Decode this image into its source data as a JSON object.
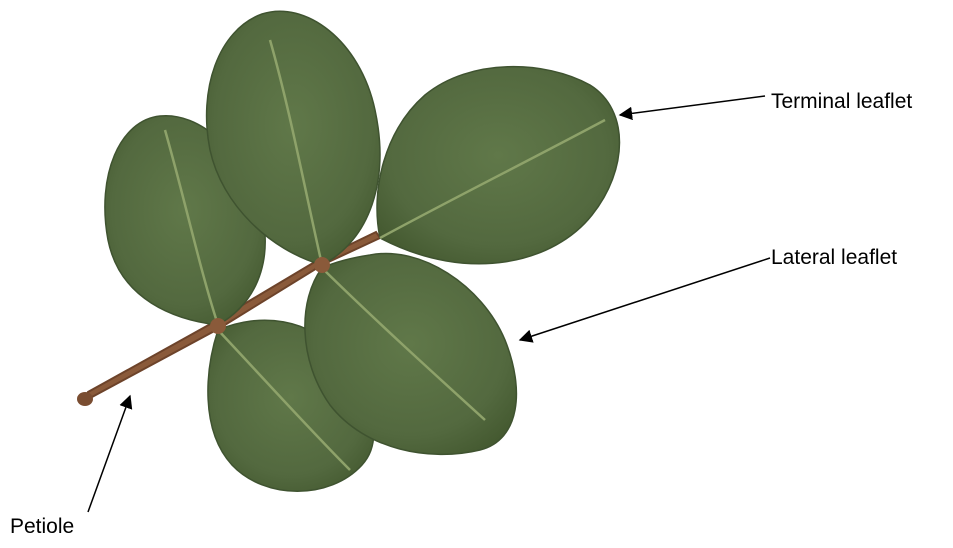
{
  "labels": {
    "terminal_leaflet": "Terminal leaflet",
    "lateral_leaflet": "Lateral leaflet",
    "petiole": "Petiole"
  },
  "colors": {
    "leaf": "#53693f",
    "leaf_dark": "#425732",
    "leaf_light": "#6a8150",
    "vein": "#8ea26a",
    "stem": "#8a5a3a",
    "stem_dark": "#6d432a",
    "arrow": "#000000"
  }
}
